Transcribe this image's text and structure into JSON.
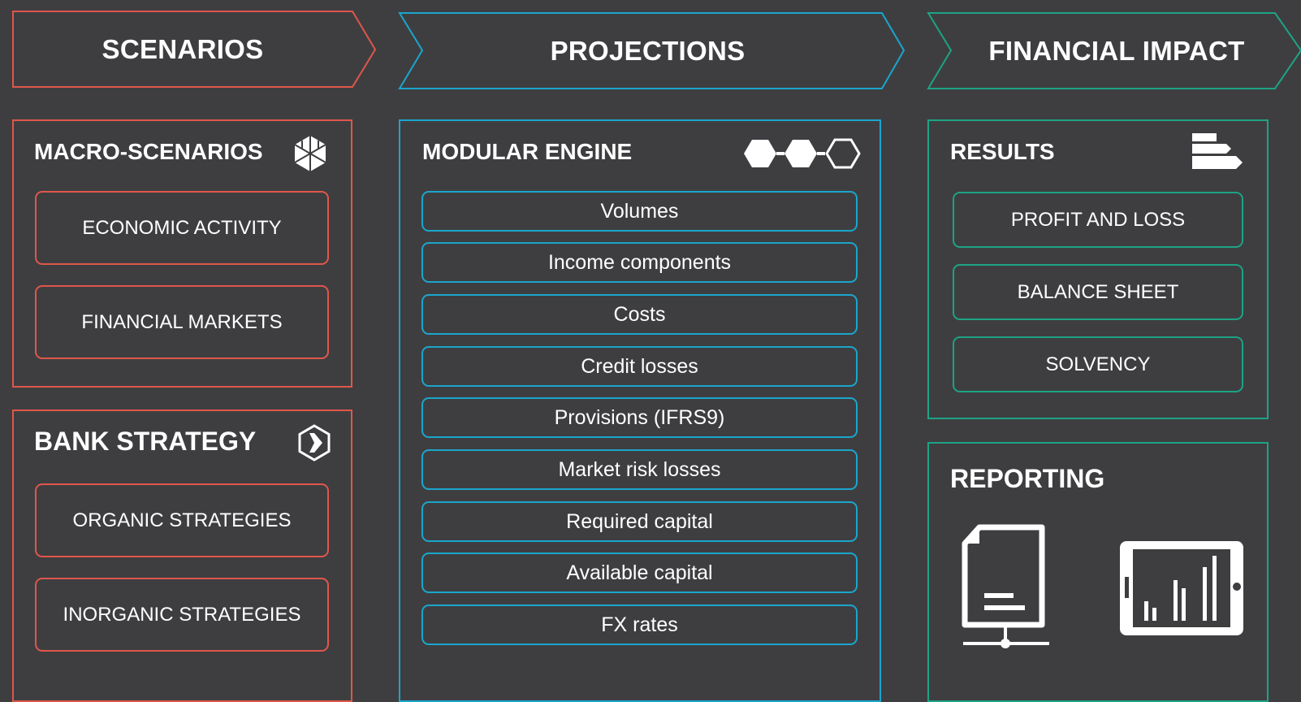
{
  "colors": {
    "background": "#3e3e41",
    "scenarios": "#e0564a",
    "projections": "#1aa6cc",
    "impact": "#1da384"
  },
  "headers": {
    "scenarios": "SCENARIOS",
    "projections": "PROJECTIONS",
    "financial_impact": "FINANCIAL IMPACT"
  },
  "macro": {
    "title": "MACRO-SCENARIOS",
    "icon": "cube-icon",
    "items": [
      "ECONOMIC ACTIVITY",
      "FINANCIAL MARKETS"
    ]
  },
  "strategy": {
    "title": "BANK STRATEGY",
    "icon": "hexagon-play-icon",
    "items": [
      "ORGANIC STRATEGIES",
      "INORGANIC STRATEGIES"
    ]
  },
  "engine": {
    "title": "MODULAR ENGINE",
    "icon": "connected-hexagons-icon",
    "items": [
      "Volumes",
      "Income components",
      "Costs",
      "Credit losses",
      "Provisions (IFRS9)",
      "Market risk losses",
      "Required capital",
      "Available capital",
      "FX rates"
    ]
  },
  "results": {
    "title": "RESULTS",
    "icon": "bar-steps-icon",
    "items": [
      "PROFIT AND LOSS",
      "BALANCE SHEET",
      "SOLVENCY"
    ]
  },
  "reporting": {
    "title": "REPORTING",
    "icons": [
      "networked-document-icon",
      "tablet-chart-icon"
    ]
  }
}
